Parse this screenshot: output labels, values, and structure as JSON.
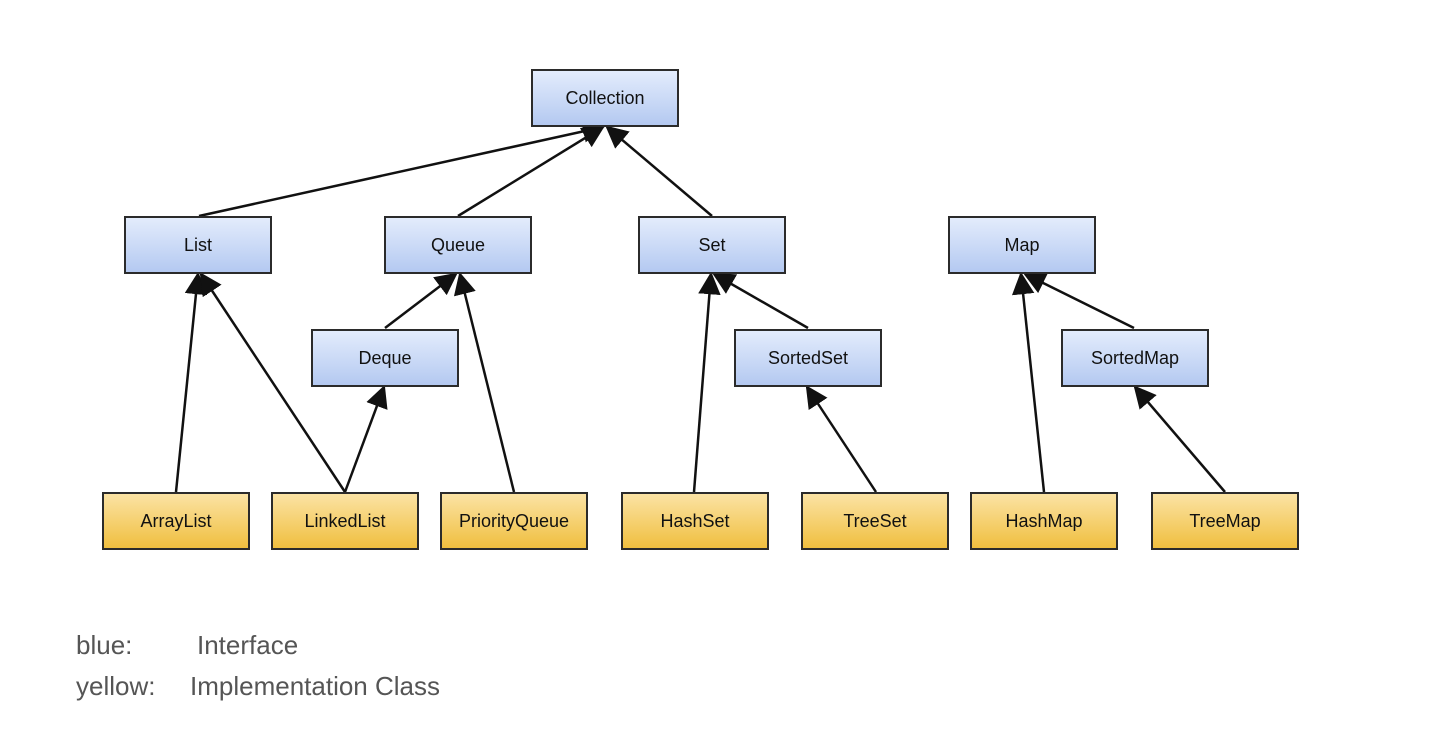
{
  "nodes": {
    "collection": "Collection",
    "list": "List",
    "queue": "Queue",
    "set": "Set",
    "map": "Map",
    "deque": "Deque",
    "sortedset": "SortedSet",
    "sortedmap": "SortedMap",
    "arraylist": "ArrayList",
    "linkedlist": "LinkedList",
    "priorityqueue": "PriorityQueue",
    "hashset": "HashSet",
    "treeset": "TreeSet",
    "hashmap": "HashMap",
    "treemap": "TreeMap"
  },
  "legend": {
    "blue_key": "blue:",
    "blue_value": "Interface",
    "yellow_key": "yellow:",
    "yellow_value": "Implementation Class"
  },
  "colors": {
    "interface": "#b4c9f1",
    "implementation": "#f0bf3f",
    "edge": "#111111"
  }
}
